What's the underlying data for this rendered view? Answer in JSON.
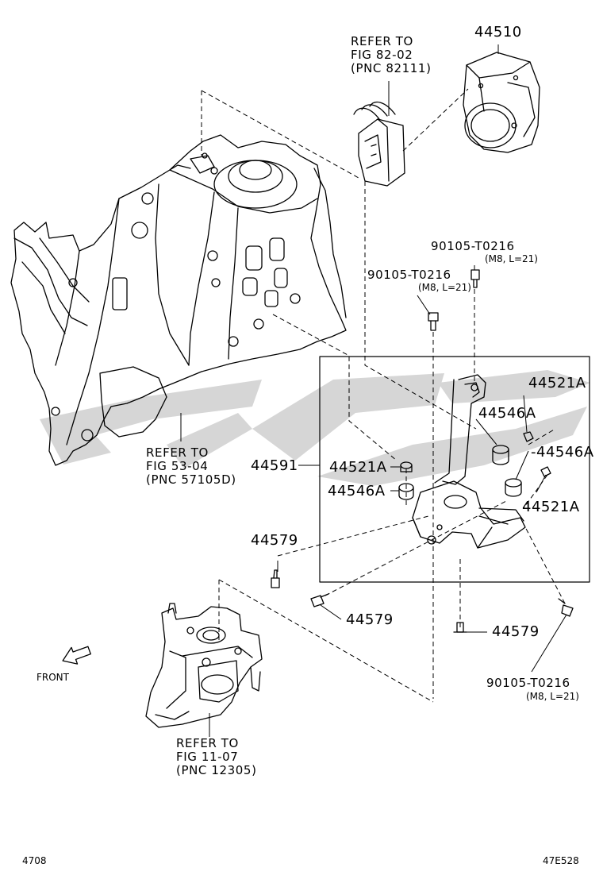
{
  "labels": {
    "abs_actuator": "44510",
    "refer_82": "REFER TO\nFIG 82-02\n(PNC 82111)",
    "bolt_top_right": "90105-T0216",
    "bolt_top_right_spec": "(M8, L=21)",
    "bolt_top_left": "90105-T0216",
    "bolt_top_left_spec": "(M8, L=21)",
    "refer_53": "REFER TO\nFIG 53-04\n(PNC 57105D)",
    "bracket": "44591",
    "collar_upper_right": "44521A",
    "cushion_upper": "44546A",
    "cushion_right": "-44546A",
    "collar_left": "44521A",
    "cushion_left": "44546A",
    "collar_lower_right": "44521A",
    "bolt_left": "44579",
    "bolt_mid": "44579",
    "bolt_center": "44579",
    "bolt_bottom_right": "90105-T0216",
    "bolt_bottom_right_spec": "(M8, L=21)",
    "front": "FRONT",
    "refer_11": "REFER TO\nFIG 11-07\n(PNC 12305)",
    "page_number": "4708",
    "figure_code": "47E528"
  },
  "watermark_color": "#d2d2d2"
}
